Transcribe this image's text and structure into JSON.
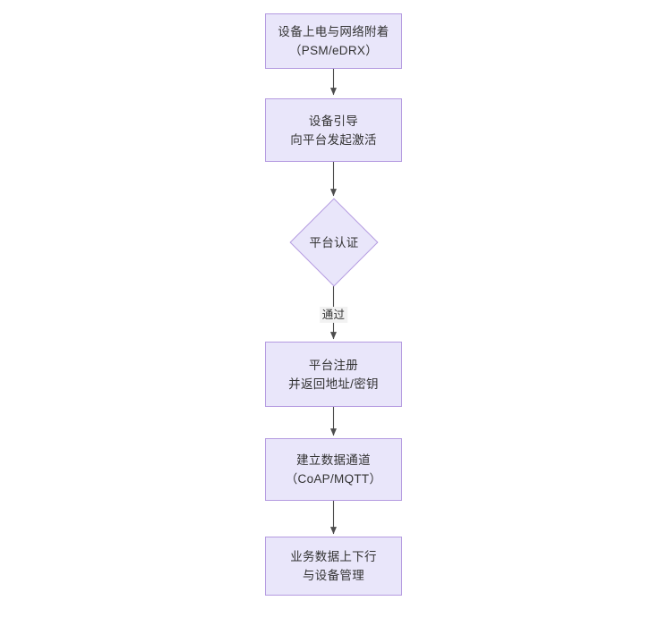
{
  "diagram": {
    "type": "flowchart",
    "orientation": "top-to-bottom",
    "background_color": "#ffffff",
    "node_fill_color": "#e9e6fa",
    "node_border_color": "#b49ae0",
    "text_color": "#333333",
    "edge_color": "#4d4d4d",
    "nodes": [
      {
        "id": "power-on",
        "shape": "rectangle",
        "lines": [
          "设备上电与网络附着",
          "（PSM/eDRX）"
        ]
      },
      {
        "id": "bootstrap",
        "shape": "rectangle",
        "lines": [
          "设备引导",
          "向平台发起激活"
        ]
      },
      {
        "id": "platform-auth",
        "shape": "diamond",
        "lines": [
          "平台认证"
        ]
      },
      {
        "id": "platform-register",
        "shape": "rectangle",
        "lines": [
          "平台注册",
          "并返回地址/密钥"
        ]
      },
      {
        "id": "data-channel",
        "shape": "rectangle",
        "lines": [
          "建立数据通道",
          "（CoAP/MQTT）"
        ]
      },
      {
        "id": "service-data",
        "shape": "rectangle",
        "lines": [
          "业务数据上下行",
          "与设备管理"
        ]
      }
    ],
    "edges": [
      {
        "id": "e1",
        "from": "power-on",
        "to": "bootstrap",
        "label": ""
      },
      {
        "id": "e2",
        "from": "bootstrap",
        "to": "platform-auth",
        "label": ""
      },
      {
        "id": "e3",
        "from": "platform-auth",
        "to": "platform-register",
        "label": "通过"
      },
      {
        "id": "e4",
        "from": "platform-register",
        "to": "data-channel",
        "label": ""
      },
      {
        "id": "e5",
        "from": "data-channel",
        "to": "service-data",
        "label": ""
      }
    ]
  }
}
